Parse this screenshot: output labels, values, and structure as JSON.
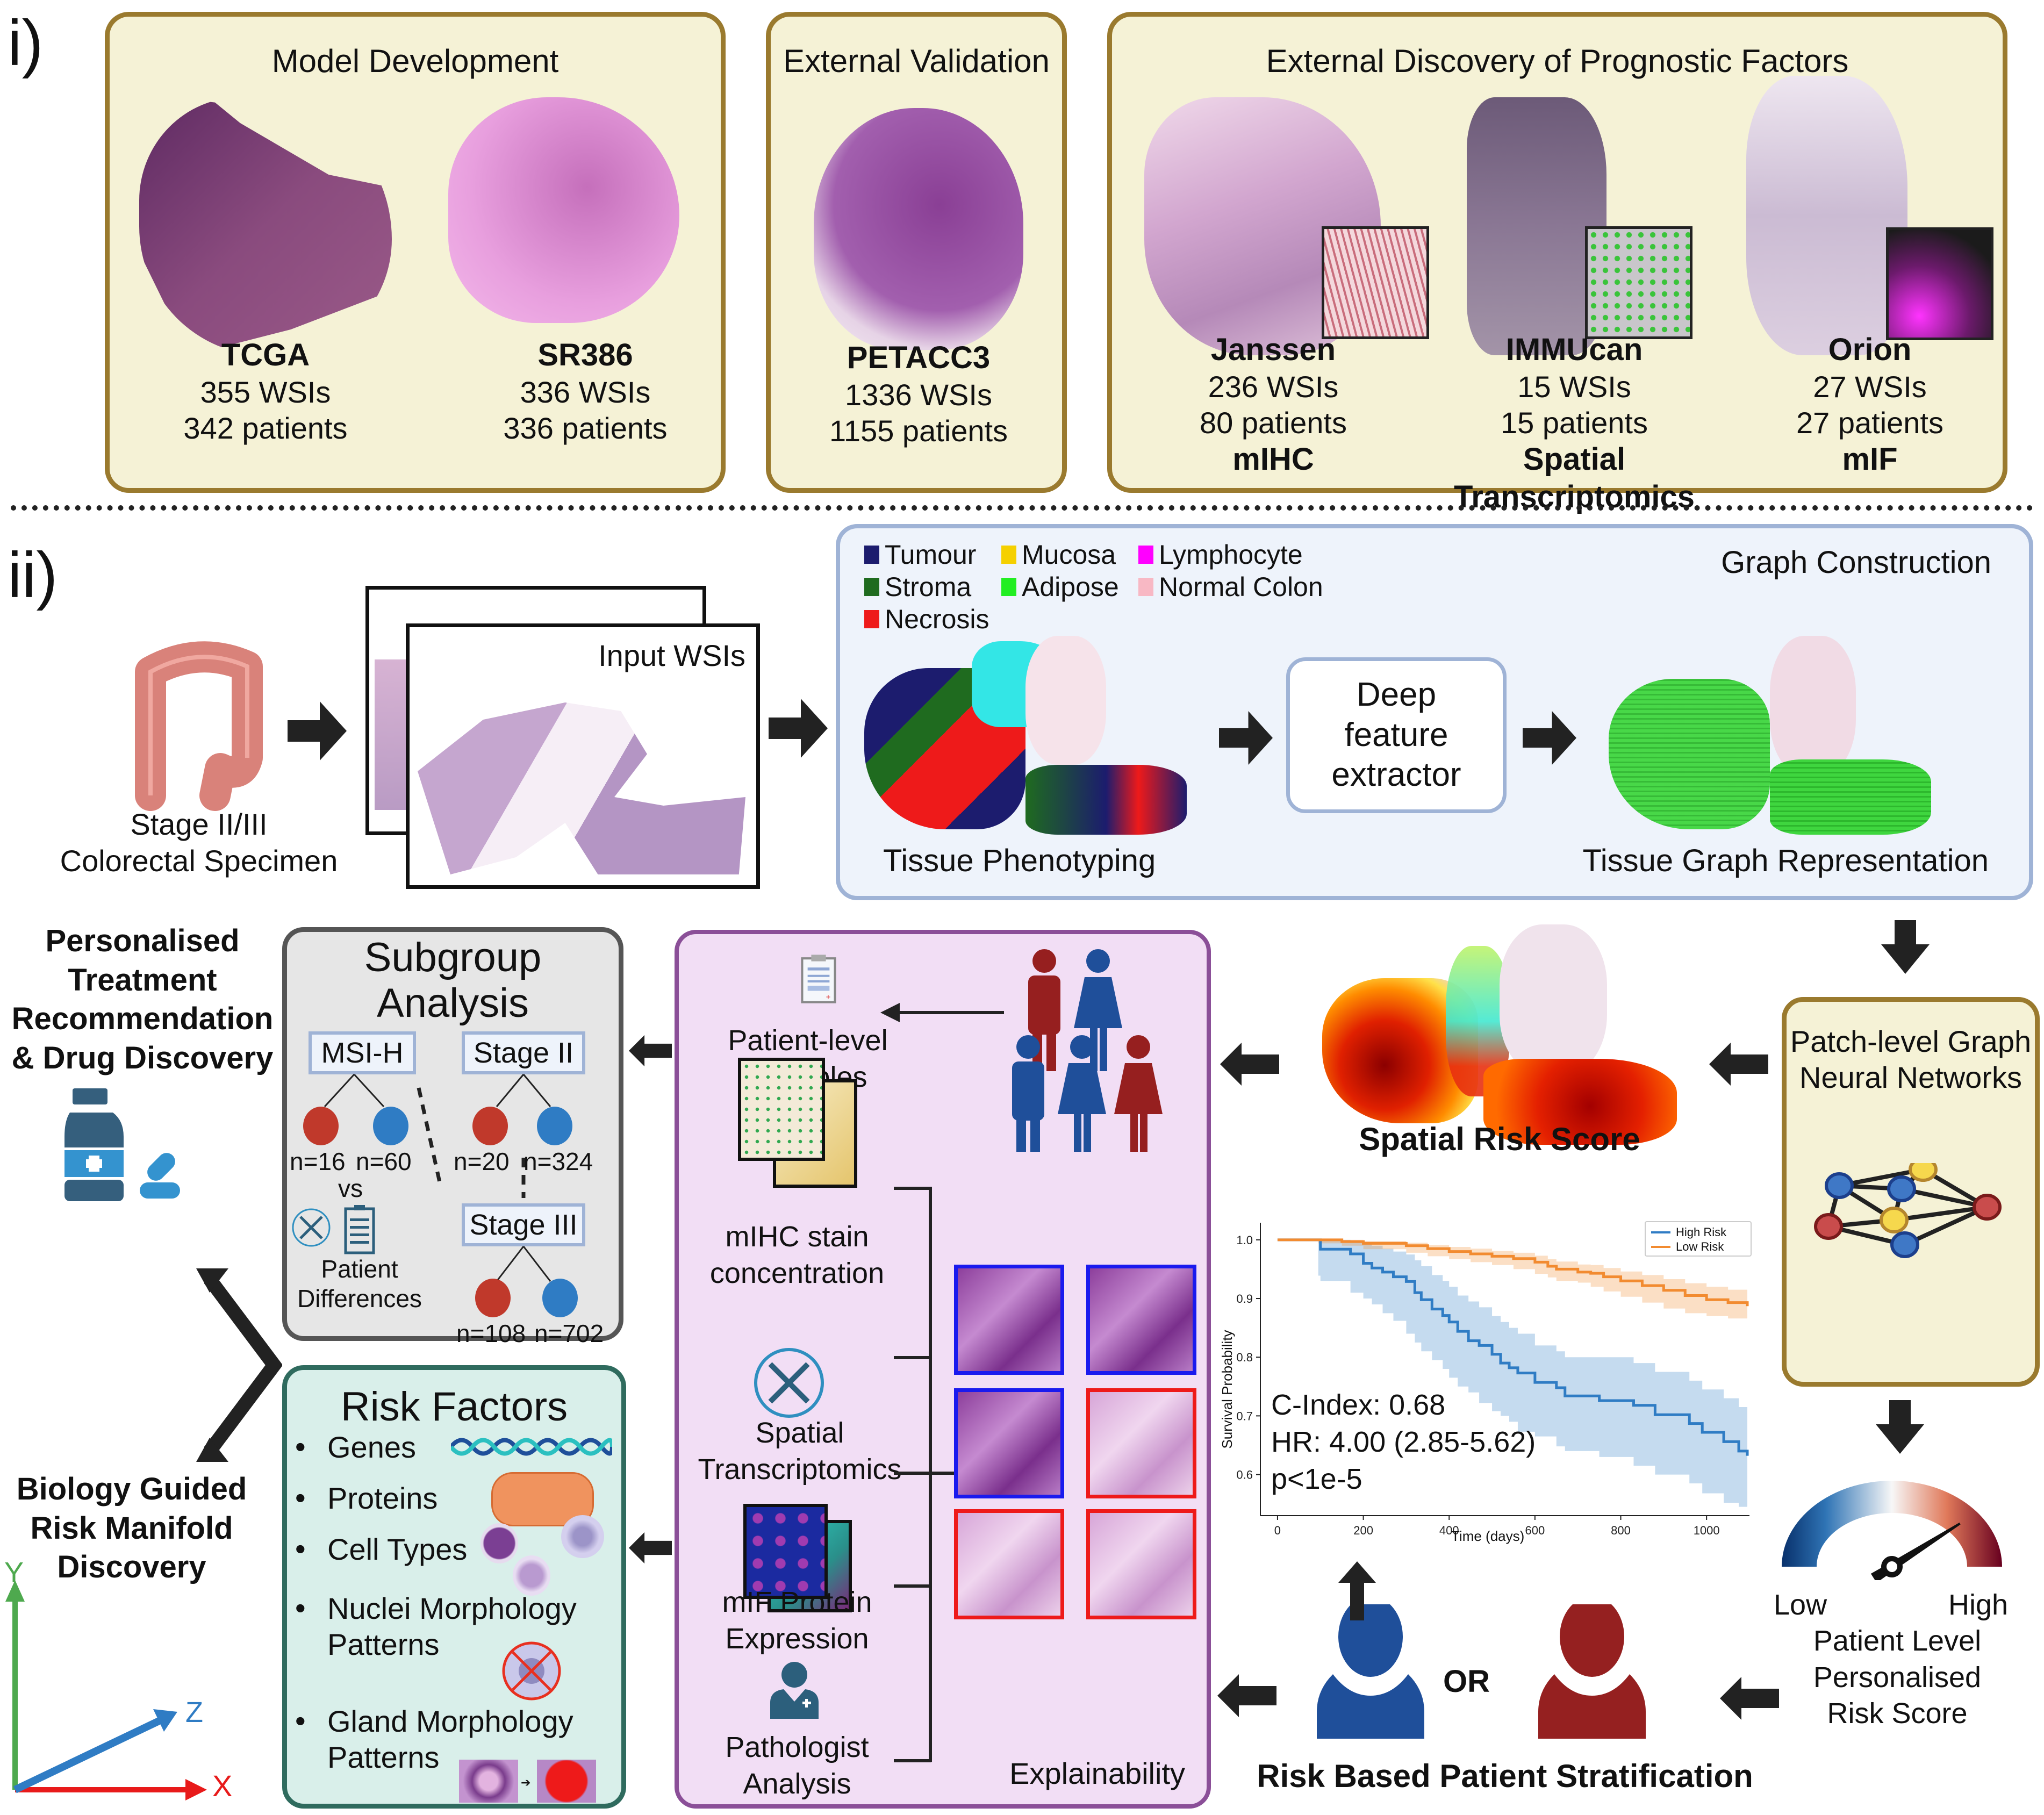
{
  "section_i": {
    "label": "i)",
    "model_development": {
      "title": "Model Development",
      "datasets": [
        {
          "name": "TCGA",
          "wsis": "355 WSIs",
          "patients": "342 patients"
        },
        {
          "name": "SR386",
          "wsis": "336 WSIs",
          "patients": "336 patients"
        }
      ]
    },
    "external_validation": {
      "title": "External Validation",
      "datasets": [
        {
          "name": "PETACC3",
          "wsis": "1336 WSIs",
          "patients": "1155 patients"
        }
      ]
    },
    "external_discovery": {
      "title": "External Discovery of Prognostic Factors",
      "datasets": [
        {
          "name": "Janssen",
          "wsis": "236 WSIs",
          "patients": "80 patients",
          "modality": "mIHC"
        },
        {
          "name": "IMMUcan",
          "wsis": "15 WSIs",
          "patients": "15 patients",
          "modality": "Spatial Transcriptomics"
        },
        {
          "name": "Orion",
          "wsis": "27 WSIs",
          "patients": "27 patients",
          "modality": "mIF"
        }
      ]
    }
  },
  "section_ii": {
    "label": "ii)",
    "specimen": {
      "line1": "Stage II/III",
      "line2": "Colorectal Specimen"
    },
    "input_wsis": "Input WSIs",
    "graph_construction": {
      "title": "Graph Construction",
      "legend": [
        {
          "label": "Tumour",
          "color": "#1c1c6e"
        },
        {
          "label": "Mucosa",
          "color": "#f5d000"
        },
        {
          "label": "Lymphocyte",
          "color": "#ff00ff"
        },
        {
          "label": "Stroma",
          "color": "#1f6b1f"
        },
        {
          "label": "Adipose",
          "color": "#22ee22"
        },
        {
          "label": "Normal Colon",
          "color": "#f8b8c4"
        },
        {
          "label": "Necrosis",
          "color": "#ee1a1a"
        }
      ],
      "tissue_phenotyping": "Tissue Phenotyping",
      "feature_extractor": {
        "line1": "Deep",
        "line2": "feature",
        "line3": "extractor"
      },
      "tissue_graph": "Tissue Graph Representation"
    },
    "gnn": {
      "line1": "Patch-level Graph",
      "line2": "Neural Networks"
    },
    "risk_gauge": {
      "low": "Low",
      "high": "High",
      "title": [
        "Patient Level",
        "Personalised",
        "Risk Score"
      ],
      "needle_fraction": 0.82
    },
    "spatial_risk_score": "Spatial Risk Score",
    "stratification": {
      "or": "OR",
      "title": "Risk Based Patient Stratification"
    },
    "explainability": {
      "title": "Explainability",
      "items": [
        {
          "line1": "Patient-level",
          "line2": "Variables"
        },
        {
          "line1": "mIHC stain",
          "line2": "concentration"
        },
        {
          "line1": "Spatial",
          "line2": "Transcriptomics"
        },
        {
          "line1": "mIF Protein",
          "line2": "Expression"
        },
        {
          "line1": "Pathologist",
          "line2": "Analysis"
        }
      ],
      "patch_border_colors": {
        "low_risk": "#1a1aee",
        "high_risk": "#ee1a1a"
      }
    },
    "subgroup": {
      "title_line1": "Subgroup",
      "title_line2": "Analysis",
      "groups": [
        {
          "label": "MSI-H",
          "high_n": "n=16",
          "low_n": "n=60"
        },
        {
          "label": "Stage II",
          "high_n": "n=20",
          "low_n": "n=324"
        },
        {
          "label": "Stage III",
          "high_n": "n=108",
          "low_n": "n=702"
        }
      ],
      "vs": "vs",
      "patient_differences": {
        "line1": "Patient",
        "line2": "Differences"
      }
    },
    "personalised_treatment": [
      "Personalised",
      "Treatment",
      "Recommendation",
      "& Drug Discovery"
    ],
    "biology_guided": [
      "Biology Guided",
      "Risk Manifold",
      "Discovery"
    ],
    "axes": {
      "x": "X",
      "y": "Y",
      "z": "Z"
    },
    "risk_factors": {
      "title": "Risk Factors",
      "items": [
        "Genes",
        "Proteins",
        "Cell Types",
        "Nuclei Morphology|Patterns",
        "Gland Morphology|Patterns"
      ]
    },
    "km_stats": {
      "c_index": "C-Index: 0.68",
      "hr": "HR: 4.00 (2.85-5.62)",
      "p": "p<1e-5"
    }
  },
  "chart_data": {
    "type": "line",
    "title": "",
    "xlabel": "Time (days)",
    "ylabel": "Survival Probability",
    "xlim": [
      -40,
      1100
    ],
    "ylim": [
      0.53,
      1.02
    ],
    "xticks": [
      0,
      200,
      400,
      600,
      800,
      1000
    ],
    "yticks": [
      0.6,
      0.7,
      0.8,
      0.9,
      1.0
    ],
    "ytick_labels": [
      "0.6",
      "0.7",
      "0.8",
      "0.9",
      "1.0"
    ],
    "legend_position": "top-right",
    "grid": false,
    "series": [
      {
        "name": "High Risk",
        "color": "#2f7cc4",
        "x": [
          0,
          95,
          100,
          170,
          200,
          220,
          245,
          270,
          300,
          320,
          335,
          360,
          385,
          400,
          420,
          445,
          470,
          500,
          520,
          540,
          560,
          600,
          650,
          670,
          750,
          830,
          880,
          960,
          990,
          1040,
          1075,
          1095
        ],
        "y": [
          1.0,
          1.0,
          0.984,
          0.976,
          0.96,
          0.952,
          0.945,
          0.937,
          0.929,
          0.91,
          0.898,
          0.882,
          0.871,
          0.86,
          0.844,
          0.828,
          0.82,
          0.805,
          0.79,
          0.782,
          0.773,
          0.757,
          0.748,
          0.734,
          0.726,
          0.718,
          0.702,
          0.687,
          0.672,
          0.656,
          0.64,
          0.632
        ],
        "ci_lower": [
          1.0,
          1.0,
          0.939,
          0.93,
          0.91,
          0.9,
          0.89,
          0.875,
          0.862,
          0.84,
          0.825,
          0.81,
          0.795,
          0.78,
          0.765,
          0.75,
          0.74,
          0.722,
          0.708,
          0.7,
          0.69,
          0.673,
          0.665,
          0.648,
          0.64,
          0.63,
          0.615,
          0.6,
          0.585,
          0.568,
          0.552,
          0.545
        ],
        "ci_upper": [
          1.0,
          1.0,
          1.0,
          0.998,
          0.995,
          0.99,
          0.985,
          0.98,
          0.975,
          0.965,
          0.955,
          0.94,
          0.93,
          0.92,
          0.905,
          0.895,
          0.885,
          0.87,
          0.86,
          0.85,
          0.84,
          0.82,
          0.81,
          0.8,
          0.8,
          0.79,
          0.775,
          0.76,
          0.745,
          0.73,
          0.715,
          0.71
        ]
      },
      {
        "name": "Low Risk",
        "color": "#f28b30",
        "x": [
          0,
          95,
          150,
          200,
          300,
          350,
          400,
          450,
          500,
          550,
          600,
          630,
          650,
          700,
          730,
          760,
          800,
          850,
          900,
          950,
          1000,
          1050,
          1095
        ],
        "y": [
          1.0,
          1.0,
          0.997,
          0.994,
          0.99,
          0.985,
          0.98,
          0.976,
          0.972,
          0.968,
          0.962,
          0.955,
          0.95,
          0.945,
          0.943,
          0.937,
          0.93,
          0.922,
          0.914,
          0.905,
          0.898,
          0.893,
          0.887
        ],
        "ci_lower": [
          1.0,
          1.0,
          0.994,
          0.99,
          0.984,
          0.978,
          0.972,
          0.967,
          0.962,
          0.957,
          0.95,
          0.942,
          0.936,
          0.93,
          0.927,
          0.92,
          0.912,
          0.903,
          0.893,
          0.883,
          0.875,
          0.87,
          0.866
        ],
        "ci_upper": [
          1.0,
          1.0,
          1.0,
          0.998,
          0.995,
          0.991,
          0.988,
          0.985,
          0.981,
          0.978,
          0.973,
          0.967,
          0.963,
          0.958,
          0.957,
          0.952,
          0.946,
          0.94,
          0.933,
          0.926,
          0.92,
          0.915,
          0.908
        ]
      }
    ]
  }
}
